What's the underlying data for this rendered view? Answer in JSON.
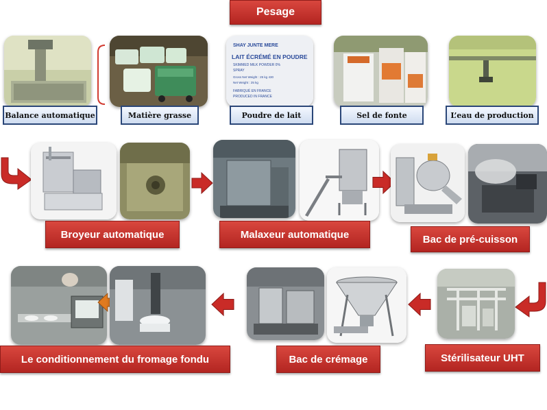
{
  "colors": {
    "red_label": "#c0302b",
    "blue_border": "#2a4678",
    "arrow_red": "#c92b27"
  },
  "title": "Pesage",
  "ingredients": [
    {
      "label": "Balance automatique"
    },
    {
      "label": "Matière grasse"
    },
    {
      "label": "Poudre de lait"
    },
    {
      "label": "Sel de fonte"
    },
    {
      "label": "L’eau de production"
    }
  ],
  "bag_print": {
    "line1": "SHAY JUNTE MERE",
    "line2": "LAIT ÉCRÉMÉ EN POUDRE",
    "line3": "SKIMMED MILK POWDER 0%",
    "line4": "SPRAY",
    "line5": "Gross Net Weight : 25 kg 430",
    "line6": "Net Weight : 25 kg",
    "line7": "FABRIQUÉ EN FRANCE",
    "line8": "PRODUCED IN FRANCE"
  },
  "steps": {
    "broyeur": "Broyeur automatique",
    "malaxeur": "Malaxeur automatique",
    "precuisson": "Bac de pré-cuisson",
    "sterilisateur": "Stérilisateur UHT",
    "cremage": "Bac de crémage",
    "conditionnement": "Le conditionnement du fromage fondu"
  }
}
